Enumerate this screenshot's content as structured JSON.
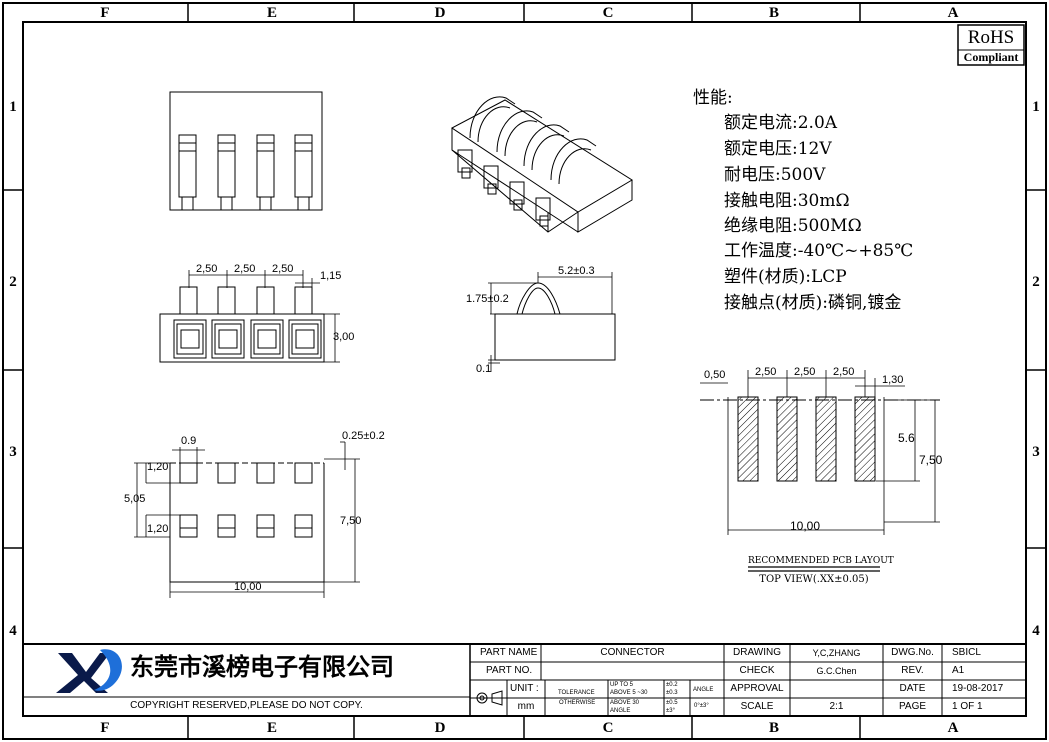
{
  "zones": {
    "columns": [
      "F",
      "E",
      "D",
      "C",
      "B",
      "A"
    ],
    "rows": [
      "1",
      "2",
      "3",
      "4"
    ]
  },
  "rohs": {
    "title": "RoHS",
    "subtitle": "Compliant"
  },
  "specs": {
    "title": "性能:",
    "items": [
      "额定电流:2.0A",
      "额定电压:12V",
      "耐电压:500V",
      "接触电阻:30mΩ",
      "绝缘电阻:500MΩ",
      "工作温度:-40℃~+85℃",
      "塑件(材质):LCP",
      "接触点(材质):磷铜,镀金"
    ]
  },
  "dims": {
    "front_pitch": [
      "2,50",
      "2,50",
      "2,50"
    ],
    "front_width": "1,15",
    "front_height": "3,00",
    "side_width": "5.2±0.3",
    "side_height": "1.75±0.2",
    "side_base": "0.1",
    "bottom_pad": "0.9",
    "bottom_tol": "0.25±0.2",
    "bottom_h1": "1,20",
    "bottom_h2": "1,20",
    "bottom_span": "5,05",
    "bottom_height": "7,50",
    "bottom_width": "10,00",
    "pcb_left": "0,50",
    "pcb_pitch": [
      "2,50",
      "2,50",
      "2,50"
    ],
    "pcb_pad": "1,30",
    "pcb_pad_len": "5.6",
    "pcb_height": "7,50",
    "pcb_width": "10,00"
  },
  "pcb_caption": {
    "line1": "RECOMMENDED PCB LAYOUT",
    "line2": "TOP VIEW(.XX±0.05)"
  },
  "title_block": {
    "company": "东莞市溪榜电子有限公司",
    "copyright": "COPYRIGHT RESERVED,PLEASE DO NOT COPY.",
    "part_name_label": "PART NAME",
    "part_name": "CONNECTOR",
    "part_no_label": "PART NO.",
    "unit_label": "UNIT :",
    "unit": "mm",
    "tolerance_label1": "TOLERANCE",
    "tolerance_label2": "OTHERWISE",
    "tol_rows": [
      {
        "label": "UP TO 5",
        "value": "±0.2"
      },
      {
        "label": "ABOVE 5 ~30",
        "value": "±0.3"
      },
      {
        "label": "ABOVE 30",
        "value": "±0.5"
      }
    ],
    "angle_label": "ANGLE",
    "angle_sub": "ANGLE",
    "angle_value": "0°±3°",
    "angle_value2": "±3°",
    "drawing_label": "DRAWING",
    "drawing": "Y,C,ZHANG",
    "check_label": "CHECK",
    "check": "G.C.Chen",
    "approval_label": "APPROVAL",
    "scale_label": "SCALE",
    "scale": "2:1",
    "dwg_label": "DWG.No.",
    "dwg": "SBICL",
    "rev_label": "REV.",
    "rev": "A1",
    "date_label": "DATE",
    "date": "19-08-2017",
    "page_label": "PAGE",
    "page": "1 OF 1"
  },
  "colors": {
    "ink": "#000000",
    "brand_blue": "#1e6fd9",
    "brand_dark": "#0a1a4a"
  }
}
